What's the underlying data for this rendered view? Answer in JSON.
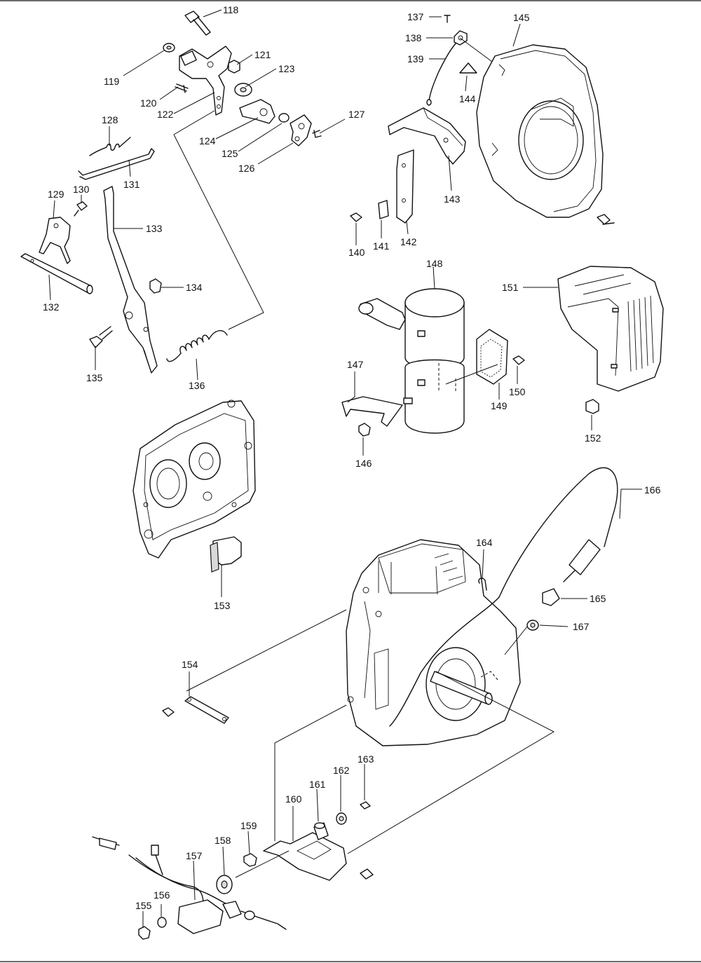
{
  "labels": [
    {
      "id": "118",
      "text": "118"
    },
    {
      "id": "119",
      "text": "119"
    },
    {
      "id": "120",
      "text": "120"
    },
    {
      "id": "121",
      "text": "121"
    },
    {
      "id": "122",
      "text": "122"
    },
    {
      "id": "123",
      "text": "123"
    },
    {
      "id": "124",
      "text": "124"
    },
    {
      "id": "125",
      "text": "125"
    },
    {
      "id": "126",
      "text": "126"
    },
    {
      "id": "127",
      "text": "127"
    },
    {
      "id": "128",
      "text": "128"
    },
    {
      "id": "129",
      "text": "129"
    },
    {
      "id": "130",
      "text": "130"
    },
    {
      "id": "131",
      "text": "131"
    },
    {
      "id": "132",
      "text": "132"
    },
    {
      "id": "133",
      "text": "133"
    },
    {
      "id": "134",
      "text": "134"
    },
    {
      "id": "135",
      "text": "135"
    },
    {
      "id": "136",
      "text": "136"
    },
    {
      "id": "137",
      "text": "137"
    },
    {
      "id": "138",
      "text": "138"
    },
    {
      "id": "139",
      "text": "139"
    },
    {
      "id": "140",
      "text": "140"
    },
    {
      "id": "141",
      "text": "141"
    },
    {
      "id": "142",
      "text": "142"
    },
    {
      "id": "143",
      "text": "143"
    },
    {
      "id": "144",
      "text": "144"
    },
    {
      "id": "145",
      "text": "145"
    },
    {
      "id": "146",
      "text": "146"
    },
    {
      "id": "147",
      "text": "147"
    },
    {
      "id": "148",
      "text": "148"
    },
    {
      "id": "149",
      "text": "149"
    },
    {
      "id": "150",
      "text": "150"
    },
    {
      "id": "151",
      "text": "151"
    },
    {
      "id": "152",
      "text": "152"
    },
    {
      "id": "153",
      "text": "153"
    },
    {
      "id": "154",
      "text": "154"
    },
    {
      "id": "155",
      "text": "155"
    },
    {
      "id": "156",
      "text": "156"
    },
    {
      "id": "157",
      "text": "157"
    },
    {
      "id": "158",
      "text": "158"
    },
    {
      "id": "159",
      "text": "159"
    },
    {
      "id": "160",
      "text": "160"
    },
    {
      "id": "161",
      "text": "161"
    },
    {
      "id": "162",
      "text": "162"
    },
    {
      "id": "163",
      "text": "163"
    },
    {
      "id": "164",
      "text": "164"
    },
    {
      "id": "165",
      "text": "165"
    },
    {
      "id": "166",
      "text": "166"
    },
    {
      "id": "167",
      "text": "167"
    }
  ]
}
